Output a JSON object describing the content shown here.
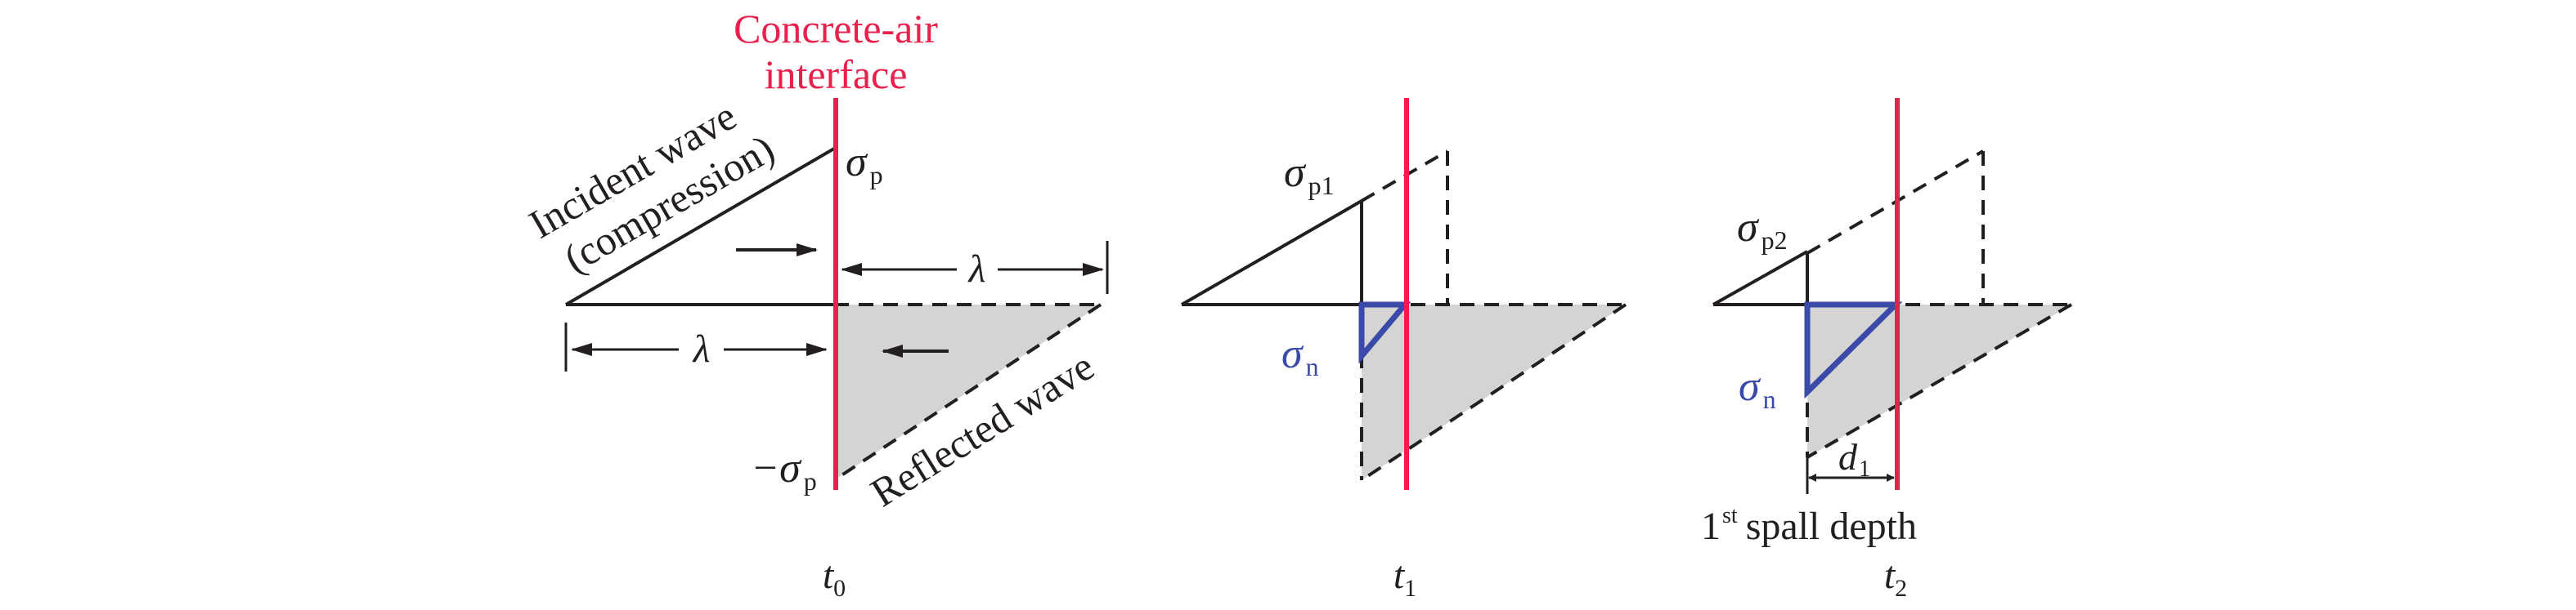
{
  "colors": {
    "interface_line": "#e8204b",
    "interface_label": "#e8204b",
    "wave_line": "#231f20",
    "reflected_fill": "#d4d4d4",
    "tensile_triangle": "#3b4aa8"
  },
  "labels": {
    "interface_line1": "Concrete-air",
    "interface_line2": "interface",
    "incident_line1": "Incident wave",
    "incident_line2": "(compression)",
    "reflected": "Reflected wave",
    "lambda": "λ",
    "sigma": "σ",
    "minus_sigma": "−σ",
    "sub_p": "p",
    "sub_p1": "p1",
    "sub_p2": "p2",
    "sub_n": "n",
    "spall_num": "1",
    "spall_sup": "st",
    "spall_text": "spall depth",
    "d_letter": "d",
    "d_sub": "1",
    "t_letter": "t",
    "t0_sub": "0",
    "t1_sub": "1",
    "t2_sub": "2"
  }
}
